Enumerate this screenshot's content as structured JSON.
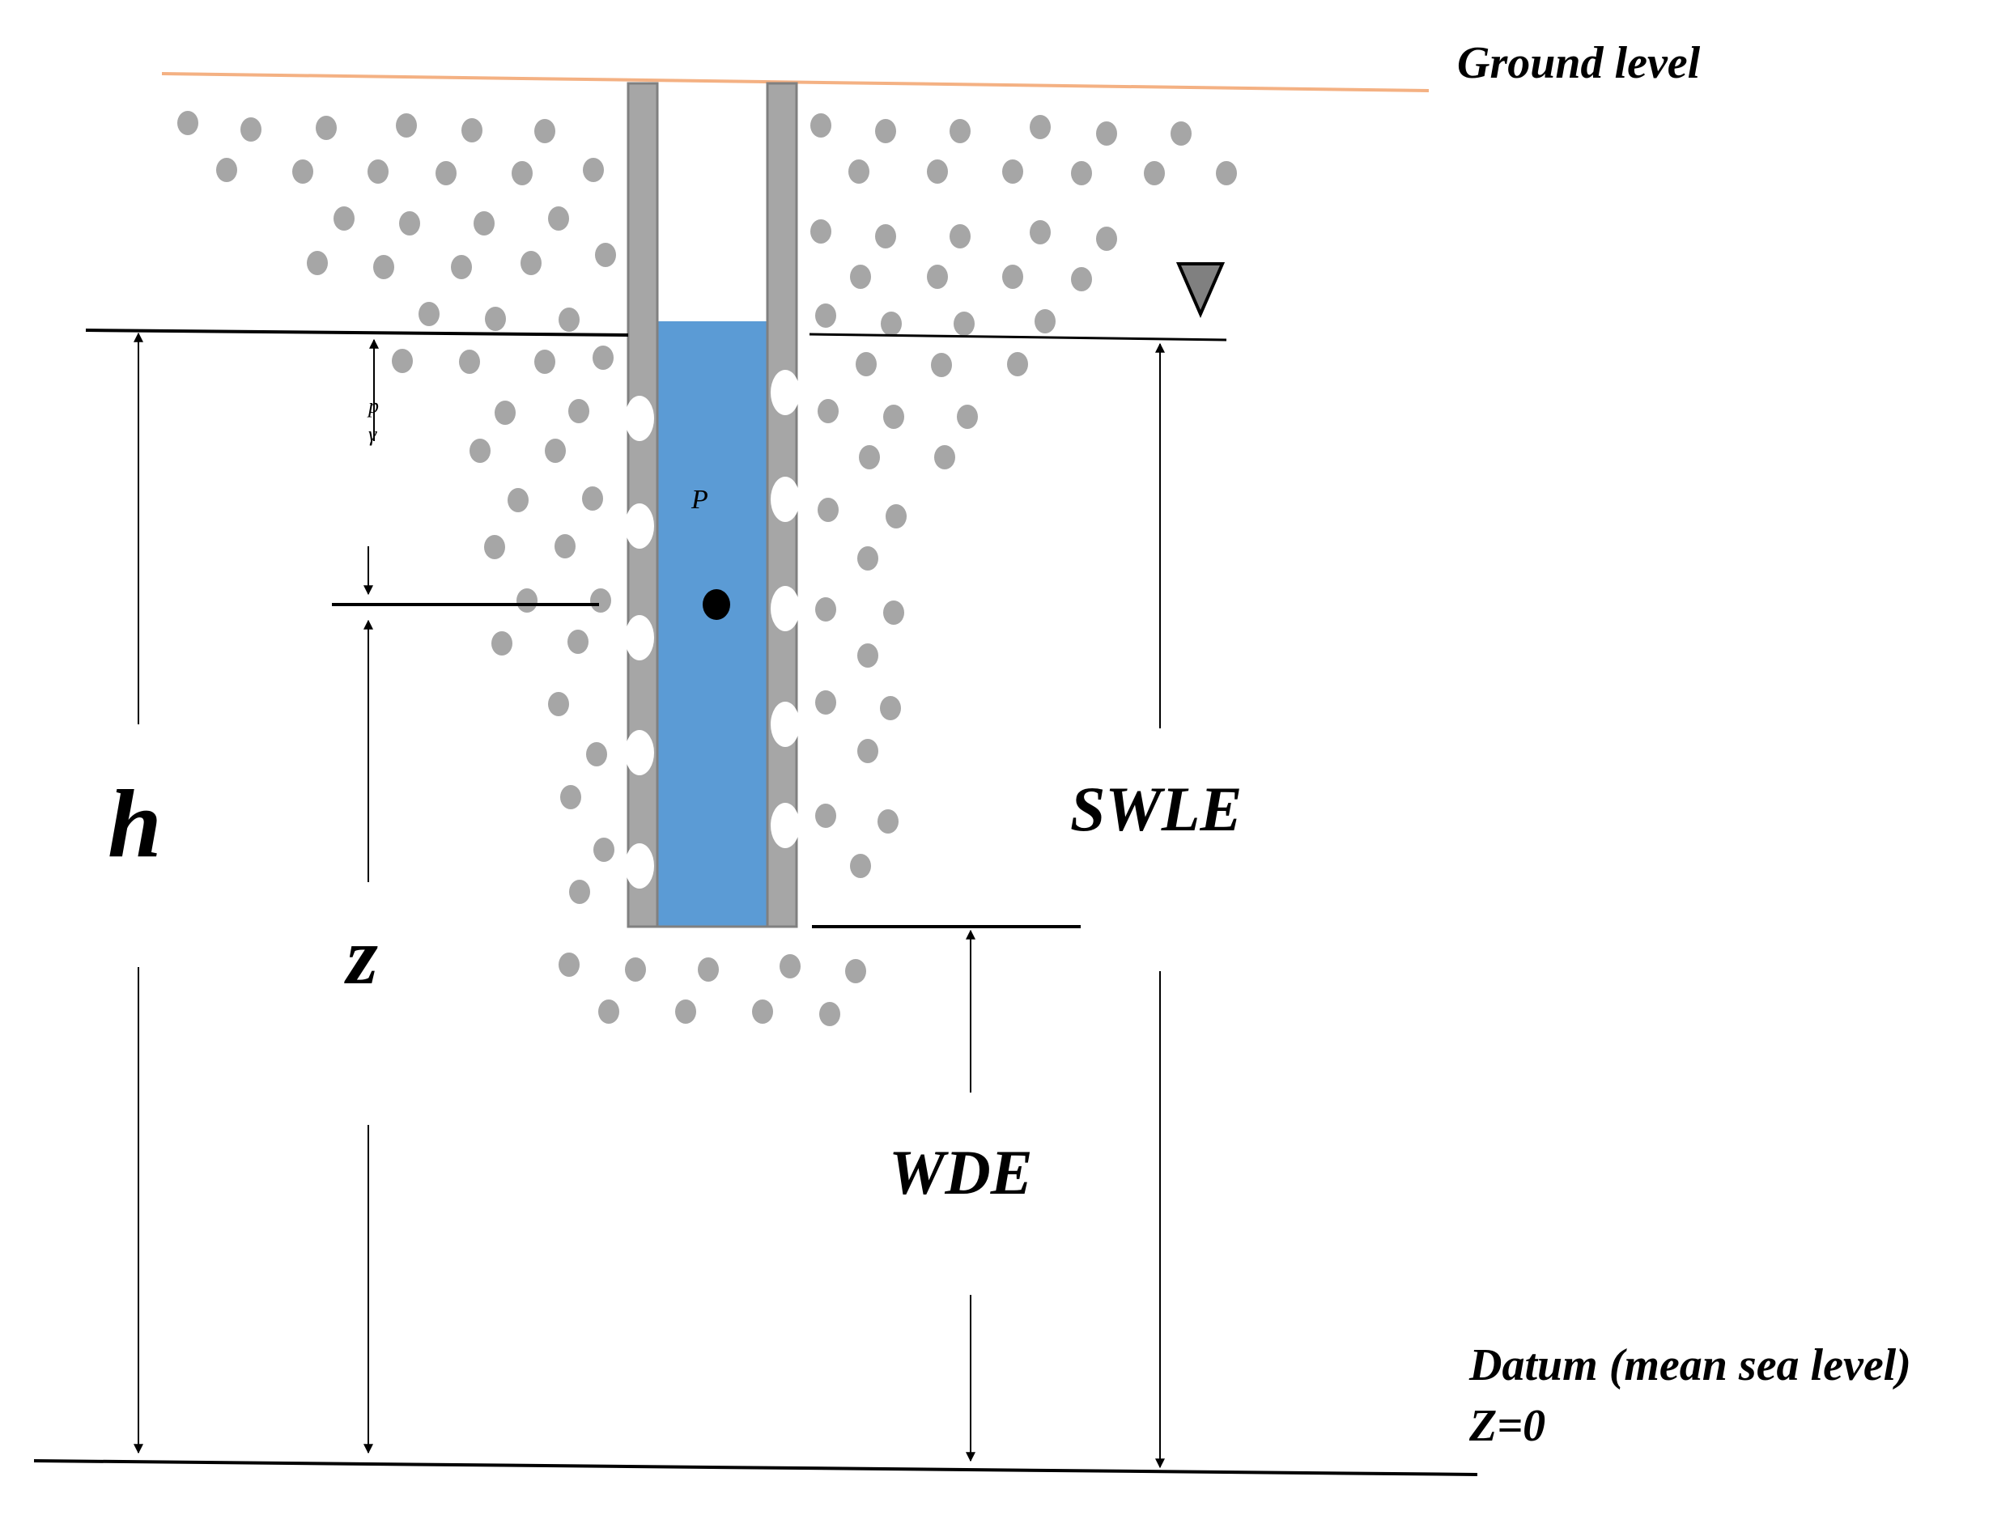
{
  "labels": {
    "ground_level": "Ground level",
    "datum_line1": "Datum (mean sea level)",
    "datum_line2": "Z=0",
    "h": "h",
    "z": "z",
    "swle": "SWLE",
    "wde": "WDE",
    "pressure_head_p": "p",
    "pressure_head_gamma": "γ",
    "pressure": "P"
  },
  "colors": {
    "water": "#5b9bd5",
    "casing": "#a6a6a6",
    "gravel": "#a6a6a6",
    "ground_line": "#f4b183",
    "line": "#000000",
    "water_table_marker": "#808080"
  },
  "icons": {
    "water_table_marker": "inverted-triangle-icon"
  }
}
